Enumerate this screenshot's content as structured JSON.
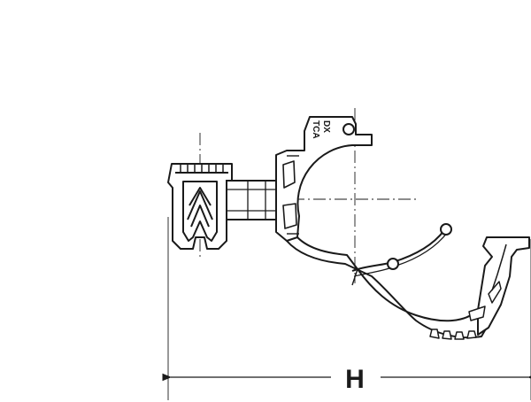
{
  "diagram": {
    "dimension_label": "H",
    "part_markings": [
      "DX",
      "TCA"
    ]
  },
  "colors": {
    "line": "#1a1a1a",
    "fill": "#ffffff"
  }
}
